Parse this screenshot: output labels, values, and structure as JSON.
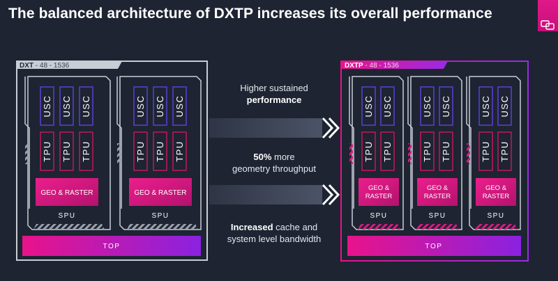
{
  "title": "The balanced architecture of DXTP increases its overall performance",
  "colors": {
    "background": "#1e2432",
    "magenta": "#e8138a",
    "purple": "#8a22e0",
    "dxt_frame": "#c8cdd6",
    "usc_border": "#5b3fd6",
    "tpu_border": "#c2185b"
  },
  "dxt": {
    "label_name": "DXT",
    "label_rest": " - 48 - 1536",
    "spus": [
      {
        "usc": [
          "USC",
          "USC",
          "USC"
        ],
        "tpu": [
          "TPU",
          "TPU",
          "TPU"
        ],
        "geo": "GEO & RASTER",
        "label": "SPU"
      },
      {
        "usc": [
          "USC",
          "USC",
          "USC"
        ],
        "tpu": [
          "TPU",
          "TPU",
          "TPU"
        ],
        "geo": "GEO & RASTER",
        "label": "SPU"
      }
    ],
    "top": "TOP"
  },
  "dxtp": {
    "label_name": "DXTP",
    "label_rest": " - 48 - 1536",
    "spus": [
      {
        "usc": [
          "USC",
          "USC"
        ],
        "tpu": [
          "TPU",
          "TPU"
        ],
        "geo_line1": "GEO &",
        "geo_line2": "RASTER",
        "label": "SPU"
      },
      {
        "usc": [
          "USC",
          "USC"
        ],
        "tpu": [
          "TPU",
          "TPU"
        ],
        "geo_line1": "GEO &",
        "geo_line2": "RASTER",
        "label": "SPU"
      },
      {
        "usc": [
          "USC",
          "USC"
        ],
        "tpu": [
          "TPU",
          "TPU"
        ],
        "geo_line1": "GEO &",
        "geo_line2": "RASTER",
        "label": "SPU"
      }
    ],
    "top": "TOP"
  },
  "captions": [
    {
      "line1": "Higher sustained",
      "line2_bold": "performance",
      "line2_rest": ""
    },
    {
      "line1_bold": "50%",
      "line1_rest": " more",
      "line2": "geometry throughput"
    },
    {
      "line1_bold": "Increased",
      "line1_rest": " cache and",
      "line2": "system level bandwidth"
    }
  ],
  "logo_icon": "speech-bubbles-icon"
}
